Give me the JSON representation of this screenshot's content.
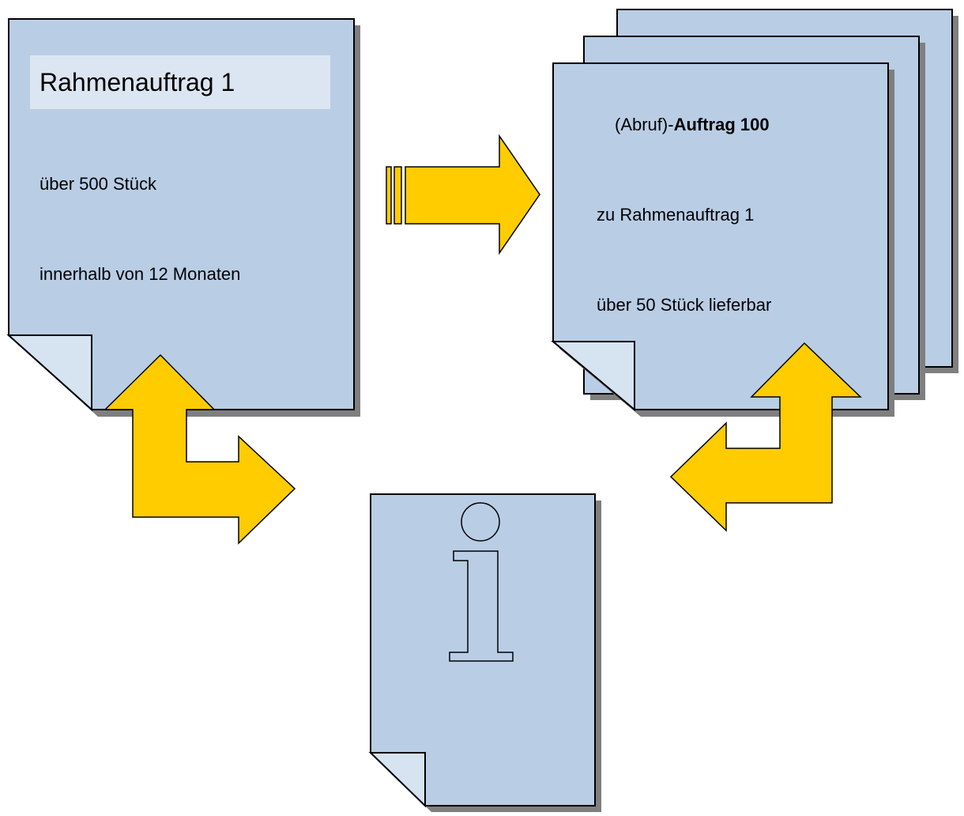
{
  "frame_order": {
    "title": "Rahmenauftrag 1",
    "quantity_line": "über 500 Stück",
    "period_line": "innerhalb von 12 Monaten"
  },
  "call_order": {
    "title_prefix": "(Abruf)-",
    "title_bold": "Auftrag 100",
    "reference_line": "zu Rahmenauftrag 1",
    "quantity_line": "über 50 Stück lieferbar"
  },
  "info_document": {
    "icon": "info-icon"
  },
  "colors": {
    "document_fill": "#b9cde5",
    "title_box_fill": "#dce6f2",
    "shadow": "#7f7f7f",
    "arrow_fill": "#ffcc00",
    "outline": "#000000"
  }
}
